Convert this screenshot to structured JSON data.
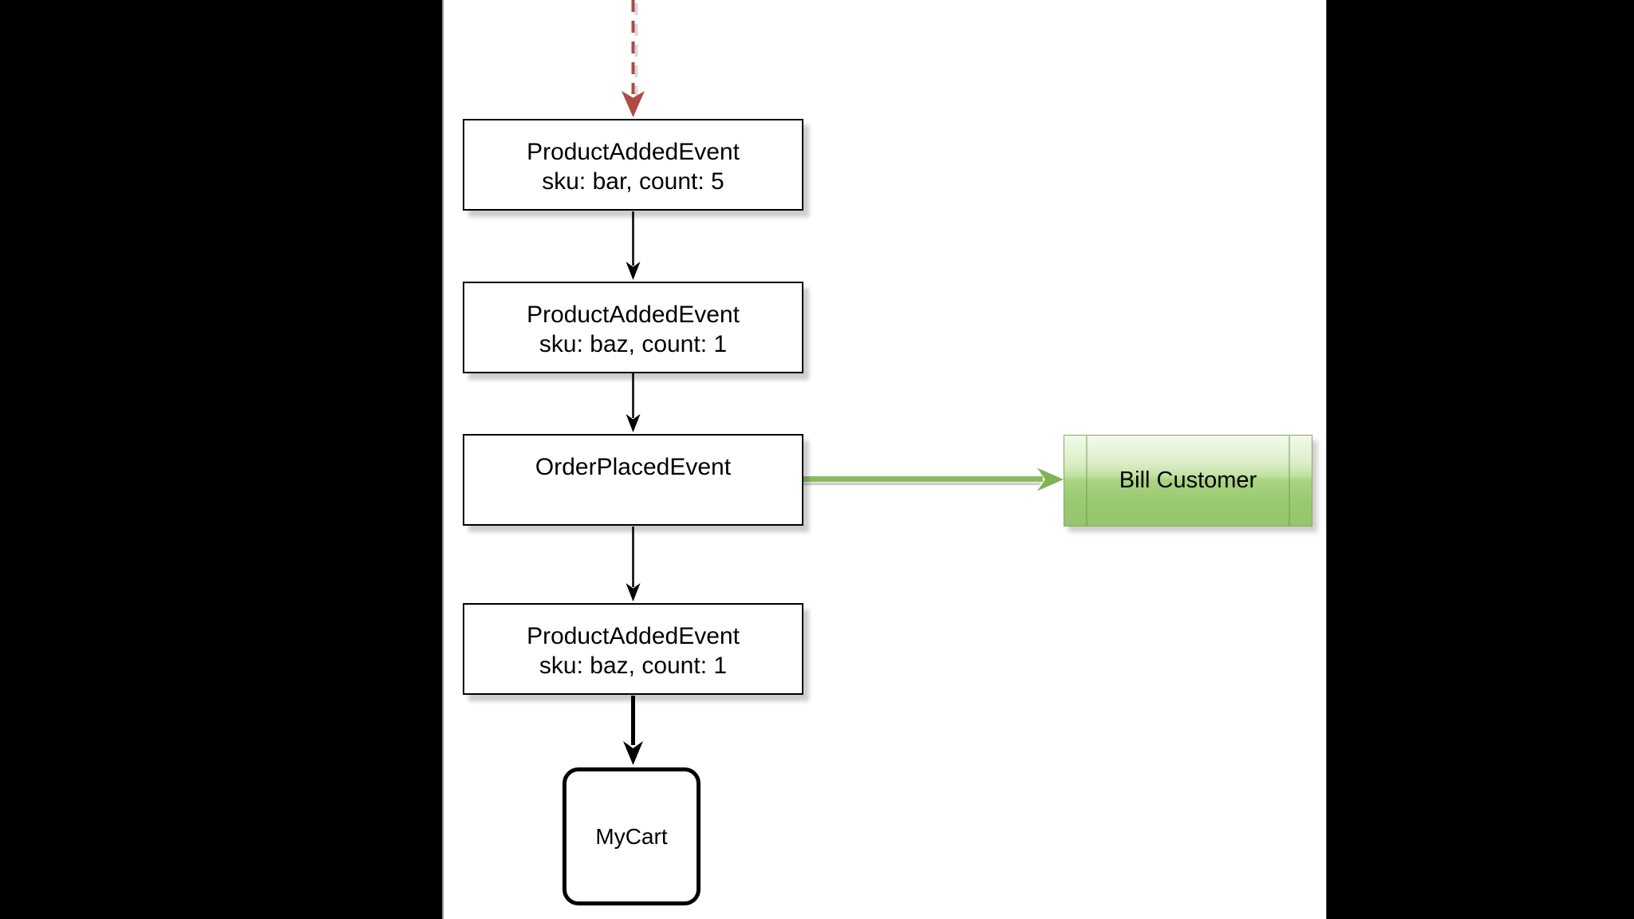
{
  "window": {
    "letterbox_color": "#000000",
    "canvas_background": "#ffffff"
  },
  "diagram": {
    "event_boxes": [
      {
        "title": "ProductAddedEvent",
        "detail": "sku: bar, count: 5"
      },
      {
        "title": "ProductAddedEvent",
        "detail": "sku: baz, count: 1"
      },
      {
        "title": "OrderPlacedEvent",
        "detail": ""
      },
      {
        "title": "ProductAddedEvent",
        "detail": "sku: baz, count: 1"
      }
    ],
    "side_effect_box": {
      "label": "Bill Customer"
    },
    "aggregate_box": {
      "label": "MyCart"
    },
    "colors": {
      "incoming_event_arrow": "#b04a42",
      "incoming_event_arrow_shadow": "#d8d8d8",
      "event_flow_arrow": "#000000",
      "side_effect_arrow_shaft": "#8cba63",
      "side_effect_arrow_head": "#7fb356",
      "side_effect_arrow_shadow": "#cdcdcd",
      "side_effect_box_top": "#f2fae9",
      "side_effect_box_bottom": "#95c56c",
      "box_border": "#000000",
      "box_shadow": "#c4c4c4"
    }
  }
}
